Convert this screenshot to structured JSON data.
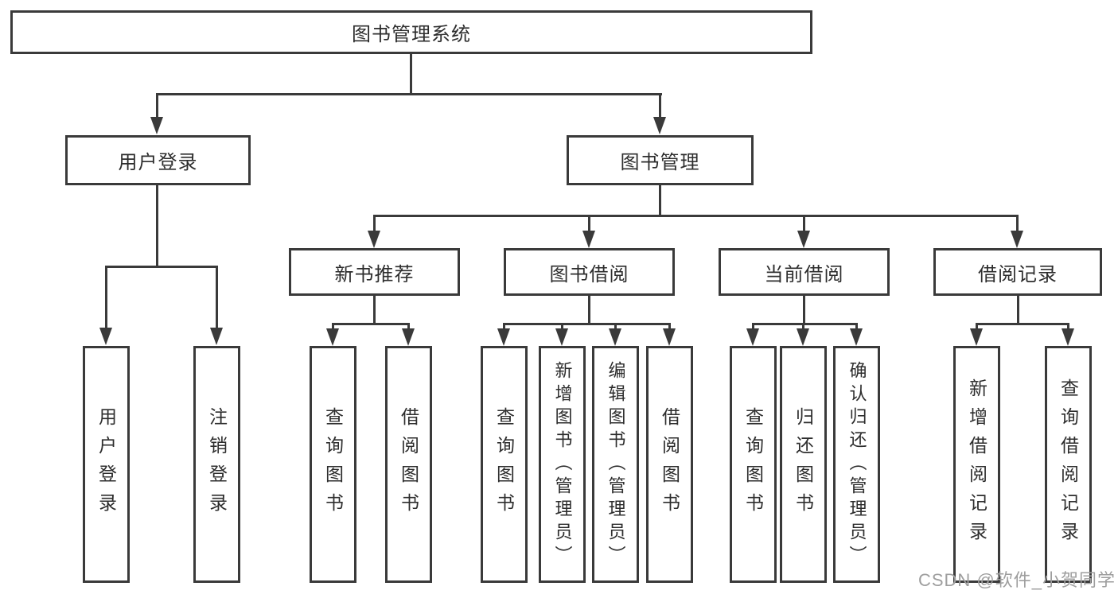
{
  "diagram": {
    "root_label": "图书管理系统",
    "user_login": {
      "label": "用户登录",
      "leaves": [
        {
          "label": "用户登录"
        },
        {
          "label": "注销登录"
        }
      ]
    },
    "book_mgmt": {
      "label": "图书管理",
      "sections": [
        {
          "label": "新书推荐",
          "leaves": [
            {
              "label": "查询图书"
            },
            {
              "label": "借阅图书"
            }
          ]
        },
        {
          "label": "图书借阅",
          "leaves": [
            {
              "label": "查询图书"
            },
            {
              "label": "新增图书（管理员）"
            },
            {
              "label": "编辑图书（管理员）"
            },
            {
              "label": "借阅图书"
            }
          ]
        },
        {
          "label": "当前借阅",
          "leaves": [
            {
              "label": "查询图书"
            },
            {
              "label": "归还图书"
            },
            {
              "label": "确认归还（管理员）"
            }
          ]
        },
        {
          "label": "借阅记录",
          "leaves": [
            {
              "label": "新增借阅记录"
            },
            {
              "label": "查询借阅记录"
            }
          ]
        }
      ]
    }
  },
  "watermark": "CSDN @软件_小贺同学",
  "colors": {
    "line": "#3a3a3a",
    "text": "#2d2d2d",
    "watermark": "#9e9e9e",
    "background": "#ffffff"
  }
}
